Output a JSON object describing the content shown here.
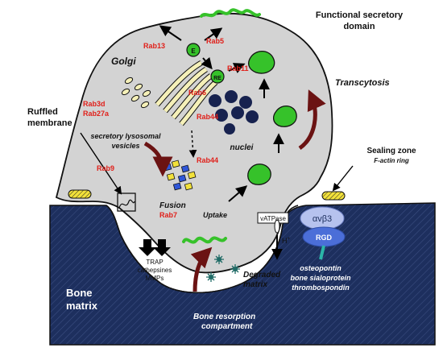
{
  "title": {
    "line1": "Functional secretory",
    "line2": "domain"
  },
  "labels": {
    "golgi": "Golgi",
    "transcytosis": "Transcytosis",
    "ruffled1": "Ruffled",
    "ruffled2": "membrane",
    "secretory1": "secretory lysosomal",
    "secretory2": "vesicles",
    "nuclei": "nuclei",
    "fusion": "Fusion",
    "uptake": "Uptake",
    "sealing1": "Sealing zone",
    "sealing2": "F-actin ring",
    "vatpase": "vATPase",
    "hplus": "H",
    "hplus_sup": "+",
    "integrin": "αvβ3",
    "rgd": "RGD",
    "trap1": "TRAP",
    "trap2": "cathepsines",
    "trap3": "MMPs",
    "degraded1": "Degraded",
    "degraded2": "matrix",
    "bone1": "Bone",
    "bone2": "matrix",
    "ligand1": "osteopontin",
    "ligand2": "bone sialoprotein",
    "ligand3": "thrombospondin",
    "compartment1": "Bone resorption",
    "compartment2": "compartment",
    "endosome_e": "E",
    "endosome_re": "RE"
  },
  "rabs": {
    "rab13": "Rab13",
    "rab5": "Rab5",
    "rab11": "Rab11",
    "rab6": "Rab6",
    "rab3d": "Rab3d",
    "rab27a": "Rab27a",
    "rab44a": "Rab44",
    "rab44b": "Rab44",
    "rab9": "Rab9",
    "rab7": "Rab7"
  },
  "colors": {
    "cell": "#d3d3d3",
    "bone": "#1d2f5e",
    "rab": "#e0201a",
    "green": "#36c22a",
    "nuclei": "#17224f",
    "integrin": "#b6c2ee",
    "arrow_dark": "#6b1313",
    "sealing": "#f2e13a",
    "lysosome_blue": "#2f56d8",
    "lysosome_yellow": "#f2e13a",
    "golgi": "#f5f0b8"
  }
}
